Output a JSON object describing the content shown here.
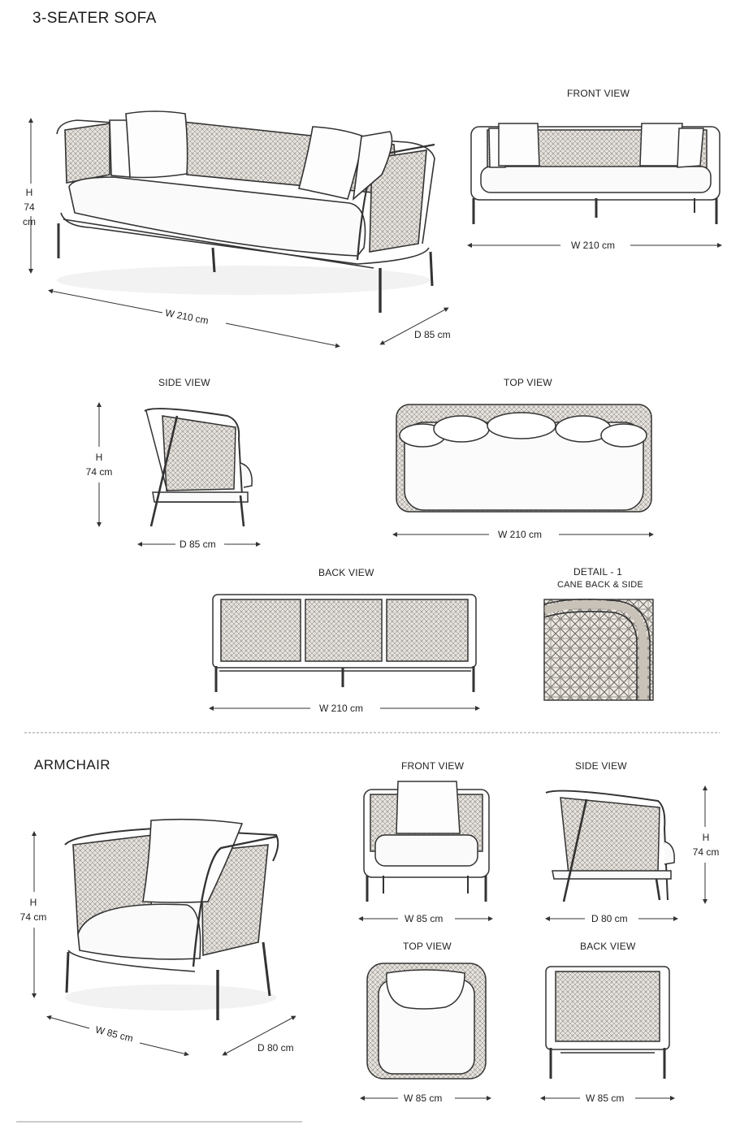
{
  "sofa": {
    "title": "3-SEATER SOFA",
    "persp": {
      "h_letter": "H",
      "h_value": "74 cm",
      "width": "W 210 cm",
      "depth": "D 85 cm"
    },
    "front_view": {
      "title": "FRONT VIEW",
      "width": "W 210 cm"
    },
    "side_view": {
      "title": "SIDE VIEW",
      "h_letter": "H",
      "h_value": "74 cm",
      "depth": "D 85 cm"
    },
    "top_view": {
      "title": "TOP VIEW",
      "width": "W 210 cm"
    },
    "back_view": {
      "title": "BACK VIEW",
      "width": "W 210 cm"
    },
    "detail": {
      "title": "DETAIL - 1",
      "subtitle": "CANE BACK & SIDE"
    }
  },
  "armchair": {
    "title": "ARMCHAIR",
    "persp": {
      "h_letter": "H",
      "h_value": "74 cm",
      "width": "W 85 cm",
      "depth": "D 80 cm"
    },
    "front_view": {
      "title": "FRONT VIEW",
      "width": "W 85 cm"
    },
    "side_view": {
      "title": "SIDE VIEW",
      "h_letter": "H",
      "h_value": "74 cm",
      "depth": "D 80 cm"
    },
    "top_view": {
      "title": "TOP VIEW",
      "width": "W 85 cm"
    },
    "back_view": {
      "title": "BACK VIEW",
      "width": "W 85 cm"
    }
  }
}
